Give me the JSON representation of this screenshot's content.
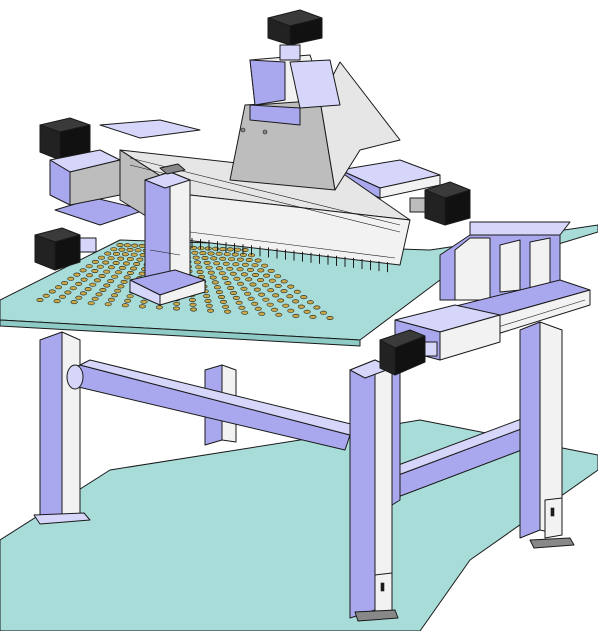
{
  "scene": {
    "palette": {
      "frame_lavender": "#a9a8ee",
      "frame_light": "#d6d6fb",
      "frame_shadow": "#7e7ccf",
      "plate_aqua": "#a7dcd9",
      "plate_aqua_dark": "#8ecbc7",
      "steel_gray": "#bdbdbd",
      "steel_light": "#e6e6e6",
      "motor_black": "#222222",
      "rail_white": "#f2f2f2"
    },
    "parts": {
      "frame_legs": 4,
      "stepper_motors": 5,
      "grid_holes_rows": 14,
      "grid_holes_cols": 18
    }
  }
}
